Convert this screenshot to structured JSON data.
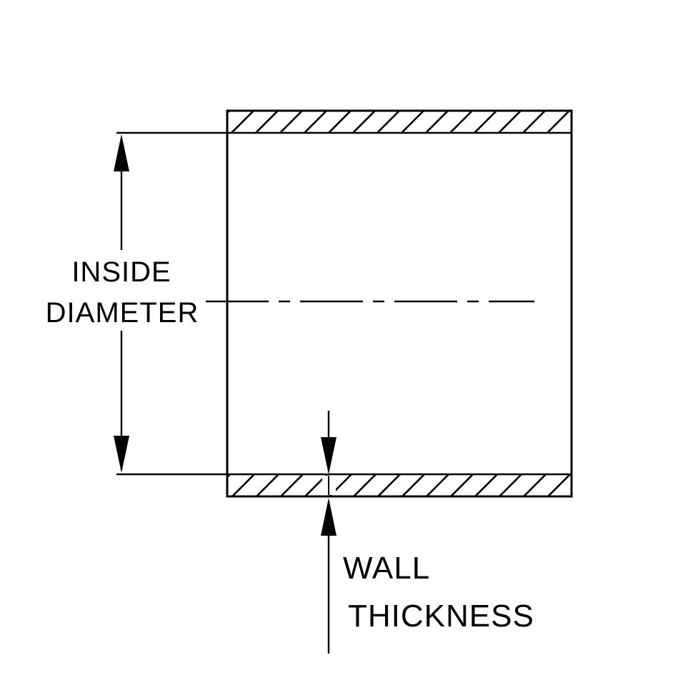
{
  "diagram": {
    "type": "technical-drawing",
    "line_color": "#000000",
    "background_color": "#ffffff",
    "labels": {
      "inside_diameter": {
        "line1": "INSIDE",
        "line2": "DIAMETER"
      },
      "wall_thickness": {
        "line1": "WALL",
        "line2": "THICKNESS"
      }
    }
  }
}
